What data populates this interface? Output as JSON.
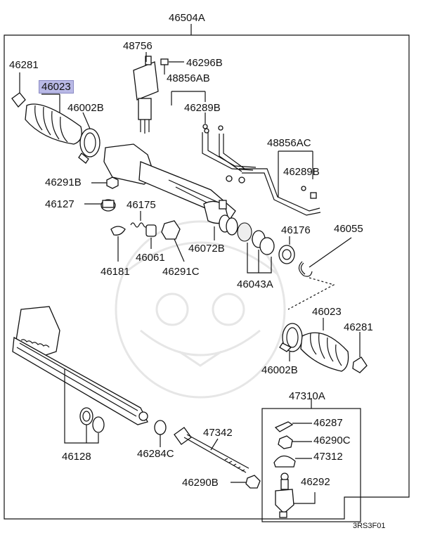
{
  "diagram": {
    "assembly_label": "46504A",
    "sub_assembly_label": "47310A",
    "figure_code": "3RS3F01",
    "highlight_color": "#b9b9e6",
    "parts": [
      {
        "id": "p-46281-top",
        "label": "46281"
      },
      {
        "id": "p-46023-top",
        "label": "46023",
        "highlighted": true
      },
      {
        "id": "p-46002b-top",
        "label": "46002B"
      },
      {
        "id": "p-48756",
        "label": "48756"
      },
      {
        "id": "p-46296b",
        "label": "46296B"
      },
      {
        "id": "p-48856ab",
        "label": "48856AB"
      },
      {
        "id": "p-46289b-top",
        "label": "46289B"
      },
      {
        "id": "p-48856ac",
        "label": "48856AC"
      },
      {
        "id": "p-46289b-right",
        "label": "46289B"
      },
      {
        "id": "p-46291b",
        "label": "46291B"
      },
      {
        "id": "p-46127",
        "label": "46127"
      },
      {
        "id": "p-46175",
        "label": "46175"
      },
      {
        "id": "p-46176",
        "label": "46176"
      },
      {
        "id": "p-46055",
        "label": "46055"
      },
      {
        "id": "p-46061",
        "label": "46061"
      },
      {
        "id": "p-46072b",
        "label": "46072B"
      },
      {
        "id": "p-46181",
        "label": "46181"
      },
      {
        "id": "p-46291c",
        "label": "46291C"
      },
      {
        "id": "p-46043a",
        "label": "46043A"
      },
      {
        "id": "p-46023-bottom",
        "label": "46023"
      },
      {
        "id": "p-46281-bottom",
        "label": "46281"
      },
      {
        "id": "p-46002b-bottom",
        "label": "46002B"
      },
      {
        "id": "p-47342",
        "label": "47342"
      },
      {
        "id": "p-46287",
        "label": "46287"
      },
      {
        "id": "p-46290c",
        "label": "46290C"
      },
      {
        "id": "p-47312",
        "label": "47312"
      },
      {
        "id": "p-46128",
        "label": "46128"
      },
      {
        "id": "p-46284c",
        "label": "46284C"
      },
      {
        "id": "p-46290b",
        "label": "46290B"
      },
      {
        "id": "p-46292",
        "label": "46292"
      }
    ]
  }
}
